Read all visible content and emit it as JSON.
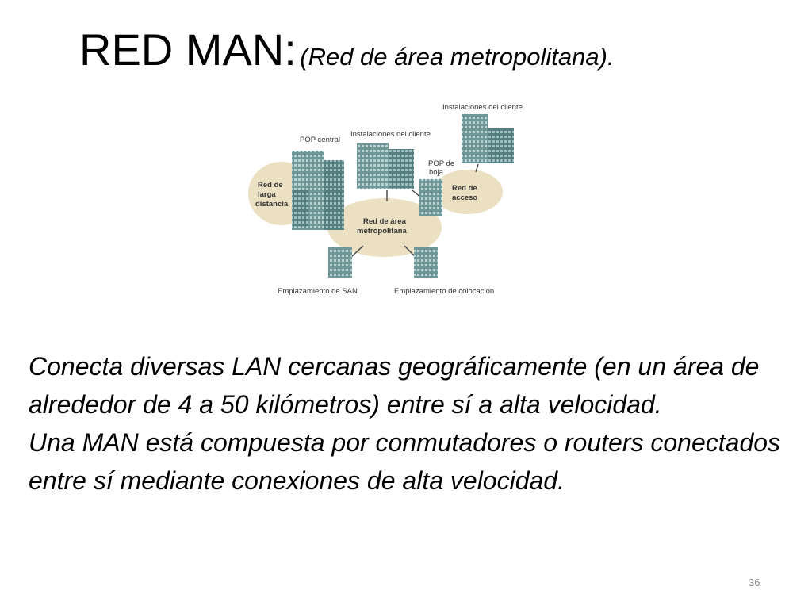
{
  "slide": {
    "title_main": "RED MAN:",
    "title_sub": "(Red de área metropolitana).",
    "page_number": "36"
  },
  "diagram": {
    "labels": {
      "clientes_top": "Instalaciones del cliente",
      "clientes_mid": "Instalaciones del cliente",
      "pop_central": "POP central",
      "pop_hoja_1": "POP de",
      "pop_hoja_2": "hoja",
      "red_larga_1": "Red de",
      "red_larga_2": "larga",
      "red_larga_3": "distancia",
      "red_acceso_1": "Red de",
      "red_acceso_2": "acceso",
      "red_metro_1": "Red de área",
      "red_metro_2": "metropolitana",
      "san": "Emplazamiento de SAN",
      "colocacion": "Emplazamiento de colocación"
    },
    "colors": {
      "ellipse": "#ebe0c2",
      "building_light": "#7fa6a6",
      "building_dark": "#4e7878",
      "window": "#b9d3d3",
      "line": "#444444"
    }
  },
  "body": {
    "paragraph_1": "Conecta diversas LAN cercanas geográficamente (en un área de alrededor de 4 a 50 kilómetros) entre sí a alta velocidad.",
    "paragraph_2": "Una MAN está compuesta por conmutadores o routers conectados entre sí mediante conexiones de alta velocidad."
  }
}
